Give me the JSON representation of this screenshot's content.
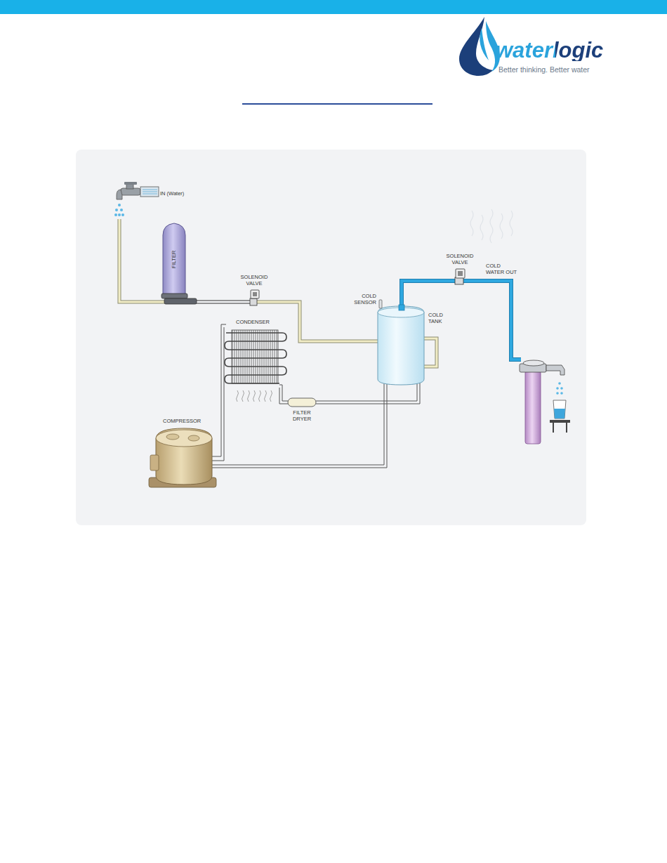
{
  "diagram": {
    "labels": [
      "waterlogic",
      "Better thinking. Better water",
      "IN (Water)",
      "FILTER",
      "SOLENOID VALVE",
      "CONDENSER",
      "COLD SENSOR",
      "COLD TANK",
      "SOLENOID VALVE",
      "COLD WATER OUT",
      "FILTER DRYER",
      "COMPRESSOR"
    ]
  }
}
